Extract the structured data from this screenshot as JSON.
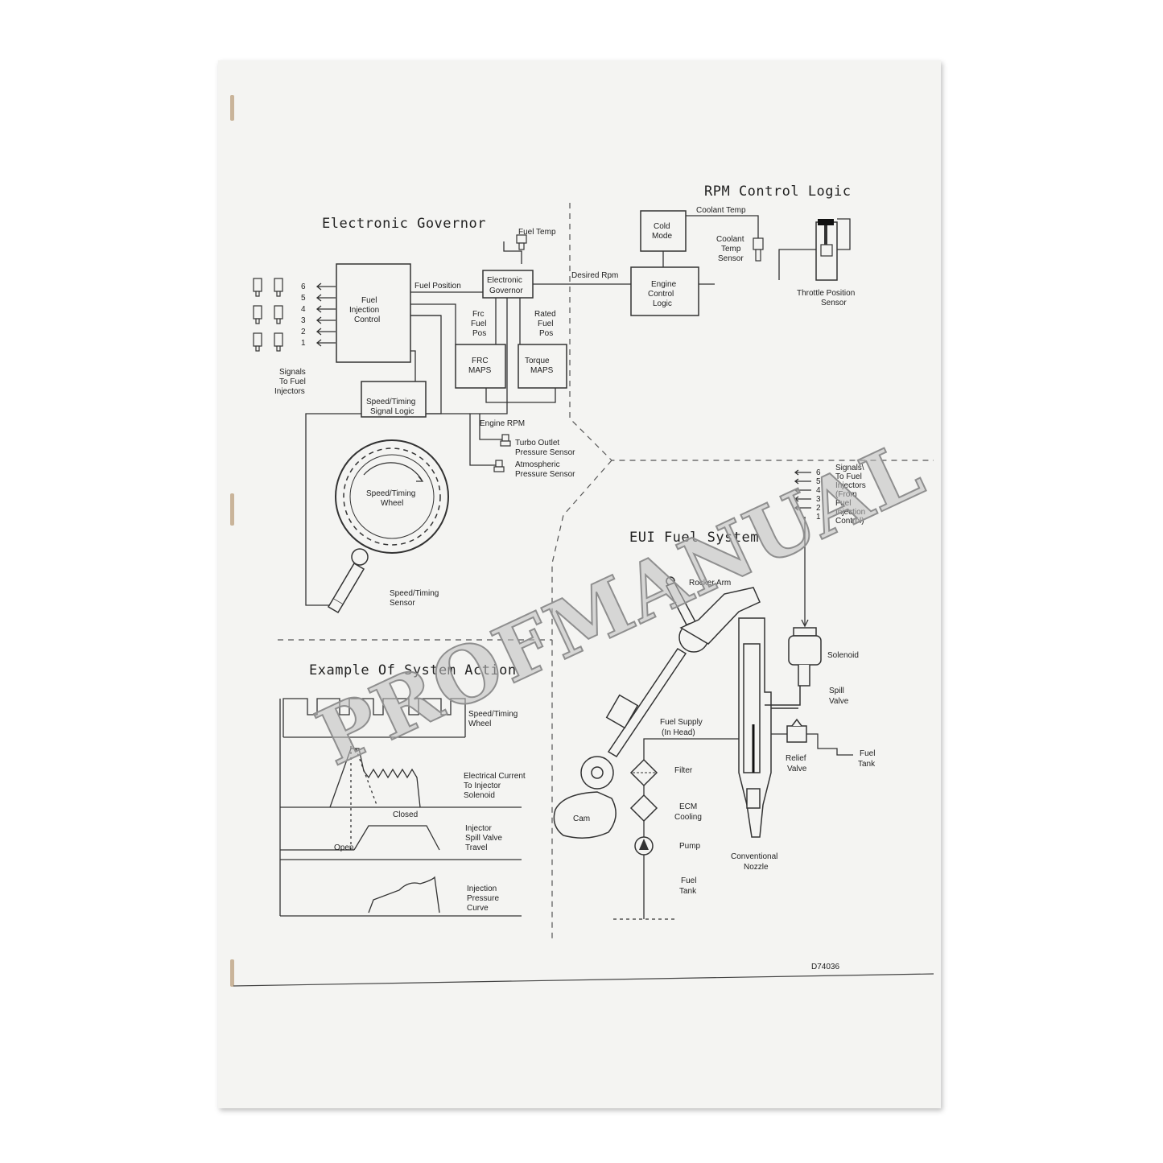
{
  "headings": {
    "electronic_governor": "Electronic Governor",
    "rpm_control_logic": "RPM Control Logic",
    "eui_fuel_system": "EUI Fuel System",
    "example_of_system_action": "Example Of System Action"
  },
  "governor": {
    "fuel_temp": "Fuel Temp",
    "fuel_injection_control": [
      "Fuel",
      "Injection",
      "Control"
    ],
    "fuel_position": "Fuel Position",
    "electronic_governor_box": [
      "Electronic",
      "Governor"
    ],
    "frc_fuel_pos": [
      "Frc",
      "Fuel",
      "Pos"
    ],
    "rated_fuel_pos": [
      "Rated",
      "Fuel",
      "Pos"
    ],
    "frc_maps": [
      "FRC",
      "MAPS"
    ],
    "torque_maps": [
      "Torque",
      "MAPS"
    ],
    "speed_timing_signal_logic": [
      "Speed/Timing",
      "Signal Logic"
    ],
    "engine_rpm": "Engine RPM",
    "turbo_outlet_pressure_sensor": [
      "Turbo Outlet",
      "Pressure Sensor"
    ],
    "atmospheric_pressure_sensor": [
      "Atmospheric",
      "Pressure Sensor"
    ],
    "signals_to_fuel_injectors": [
      "Signals",
      "To Fuel",
      "Injectors"
    ],
    "injector_numbers": [
      "6",
      "5",
      "4",
      "3",
      "2",
      "1"
    ],
    "speed_timing_wheel": [
      "Speed/Timing",
      "Wheel"
    ],
    "speed_timing_sensor": [
      "Speed/Timing",
      "Sensor"
    ]
  },
  "rpm": {
    "cold_mode": [
      "Cold",
      "Mode"
    ],
    "coolant_temp": "Coolant Temp",
    "coolant_temp_sensor": [
      "Coolant",
      "Temp",
      "Sensor"
    ],
    "desired_rpm": "Desired Rpm",
    "engine_control_logic": [
      "Engine",
      "Control",
      "Logic"
    ],
    "throttle_position_sensor": [
      "Throttle Position",
      "Sensor"
    ]
  },
  "eui": {
    "injector_numbers": [
      "6",
      "5",
      "4",
      "3",
      "2",
      "1"
    ],
    "signals_from_control": [
      "Signals\\",
      "To Fuel",
      "Injectors",
      "(From",
      "Fuel",
      "Injection",
      "Control)"
    ],
    "rocker_arm": "Rocker Arm",
    "solenoid": "Solenoid",
    "spill_valve": [
      "Spill",
      "Valve"
    ],
    "fuel_supply": [
      "Fuel Supply",
      "(In Head)"
    ],
    "filter": "Filter",
    "ecm_cooling": [
      "ECM",
      "Cooling"
    ],
    "pump": "Pump",
    "fuel_tank_left": [
      "Fuel",
      "Tank"
    ],
    "relief_valve": [
      "Relief",
      "Valve"
    ],
    "fuel_tank_right": [
      "Fuel",
      "Tank"
    ],
    "cam": "Cam",
    "conventional_nozzle": [
      "Conventional",
      "Nozzle"
    ]
  },
  "action": {
    "speed_timing_wheel": [
      "Speed/Timing",
      "Wheel"
    ],
    "electrical_current": [
      "Electrical Current",
      "To Injector",
      "Solenoid"
    ],
    "closed": "Closed",
    "open": "Open",
    "injector_spill_valve_travel": [
      "Injector",
      "Spill Valve",
      "Travel"
    ],
    "injection_pressure_curve": [
      "Injection",
      "Pressure",
      "Curve"
    ]
  },
  "figure_id": "D74036",
  "watermark": "PROFMANUAL",
  "colors": {
    "paper": "#f4f4f2",
    "ink": "#222222",
    "watermark": "#bebebe",
    "staple": "#c9b49a"
  }
}
